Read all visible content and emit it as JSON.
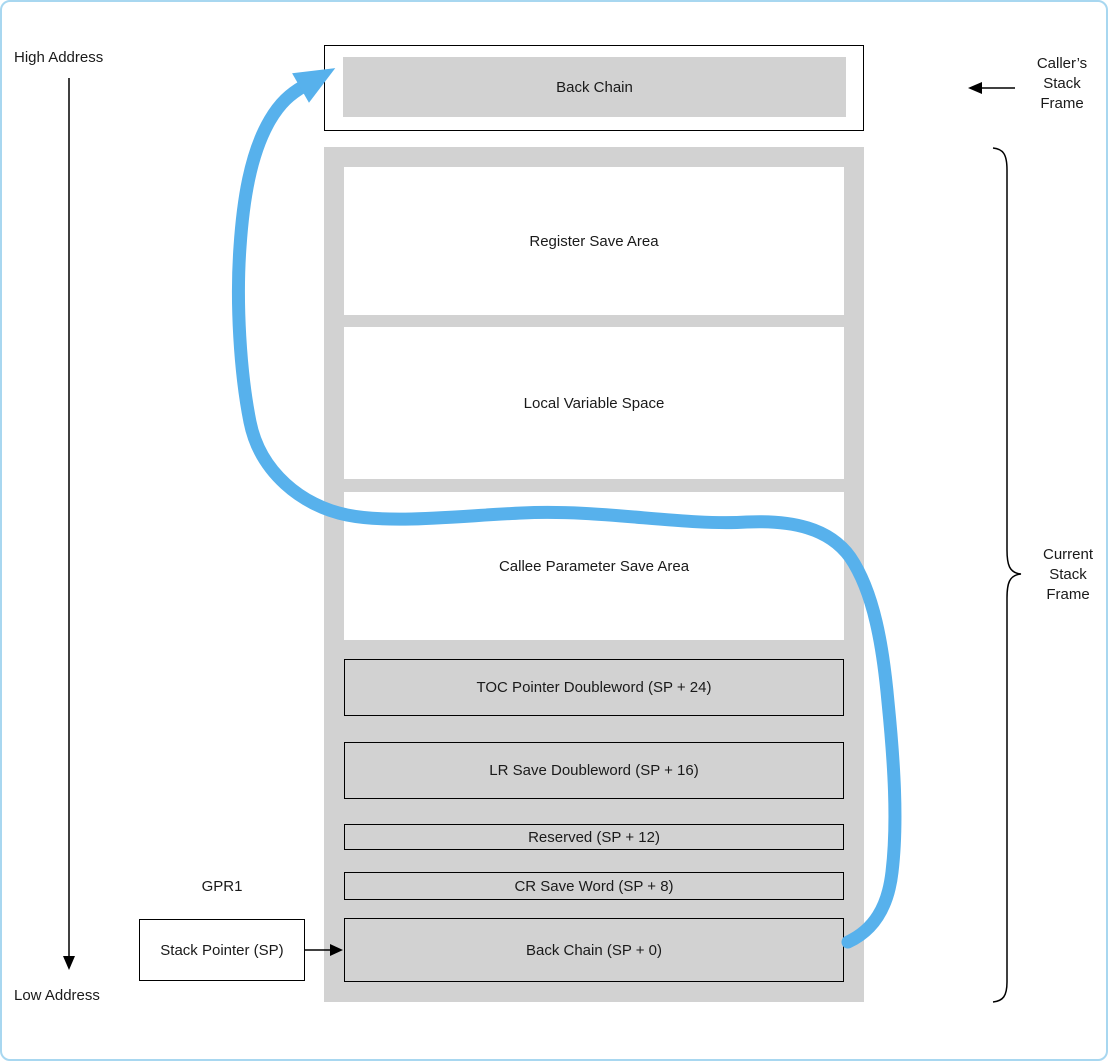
{
  "labels": {
    "high_address": "High Address",
    "low_address": "Low Address",
    "gpr1": "GPR1",
    "callers_stack_frame": "Caller’s\nStack\nFrame",
    "current_stack_frame": "Current\nStack\nFrame"
  },
  "caller_frame": {
    "back_chain_label": "Back Chain"
  },
  "stack_pointer": {
    "label": "Stack Pointer (SP)"
  },
  "frame": {
    "rows": [
      {
        "label": "Register Save Area"
      },
      {
        "label": "Local Variable Space"
      },
      {
        "label": "Callee Parameter Save Area"
      },
      {
        "label": "TOC Pointer Doubleword (SP + 24)"
      },
      {
        "label": "LR Save Doubleword (SP + 16)"
      },
      {
        "label": "Reserved (SP + 12)"
      },
      {
        "label": "CR Save Word (SP + 8)"
      },
      {
        "label": "Back Chain (SP + 0)"
      }
    ]
  },
  "colors": {
    "frame_gray": "#d2d2d2",
    "arrow_blue": "#57b1ec",
    "border_blue": "#a8d7f0"
  }
}
